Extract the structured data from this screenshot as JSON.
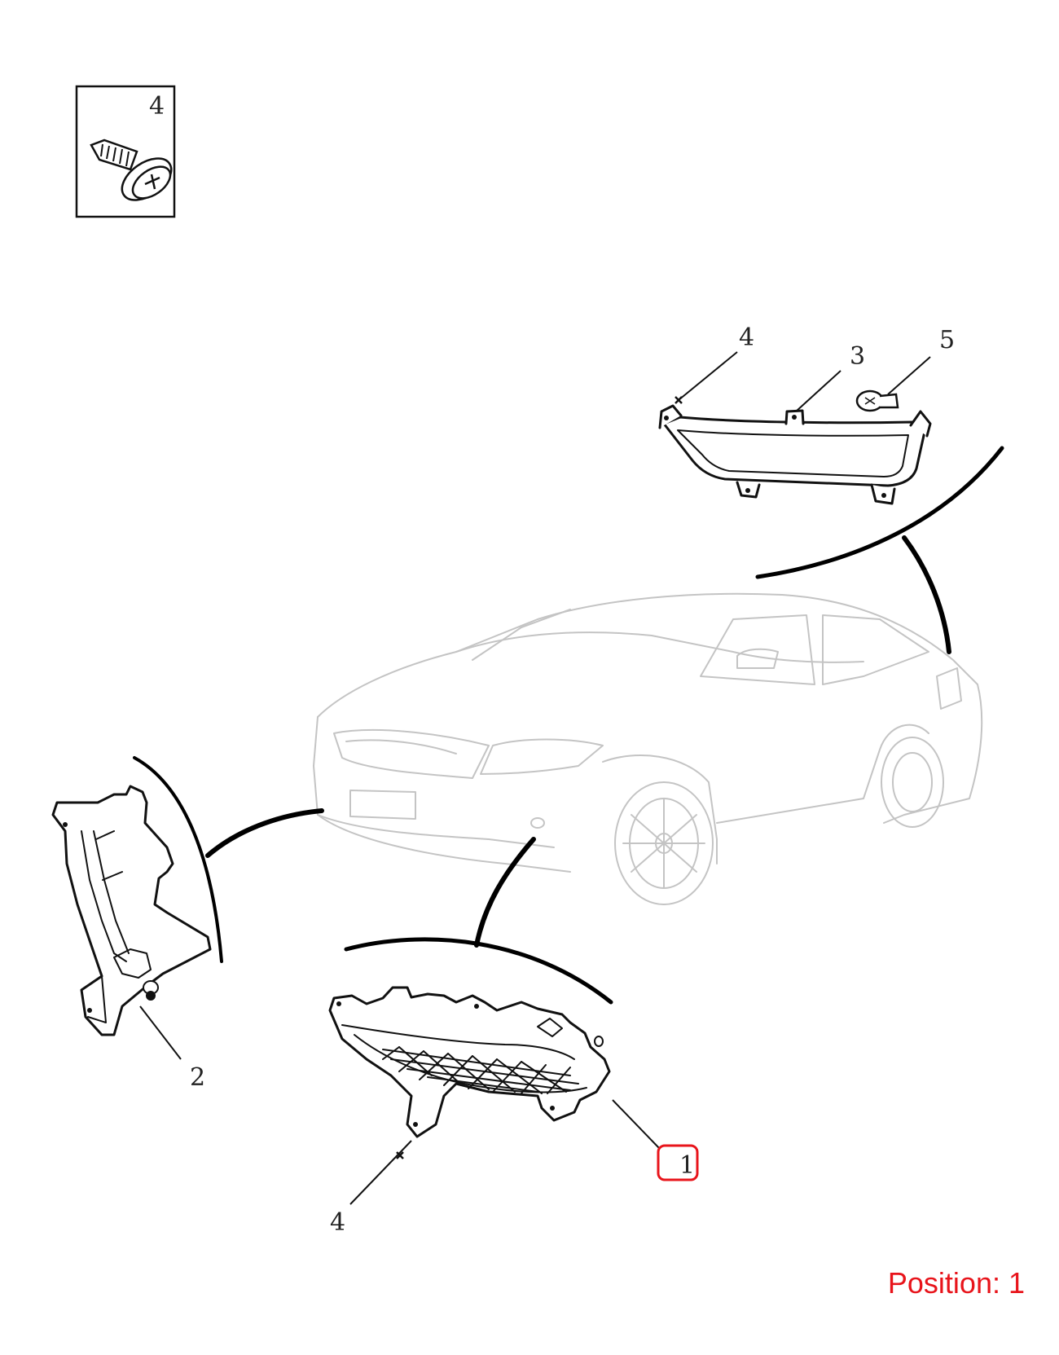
{
  "callouts": {
    "inset_4": "4",
    "top_4": "4",
    "top_3": "3",
    "top_5": "5",
    "left_2": "2",
    "bottom_1": "1",
    "bottom_4": "4"
  },
  "position_label": "Position: 1",
  "highlight_color": "#e8141b"
}
